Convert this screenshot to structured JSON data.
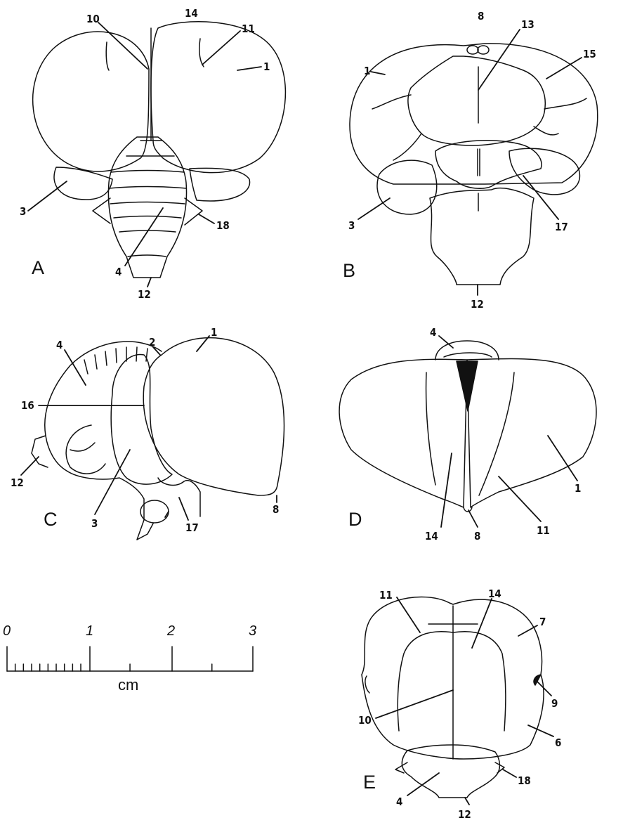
{
  "panels": {
    "A": {
      "letter": "A",
      "labels": {
        "l10": "10",
        "l14": "14",
        "l11": "11",
        "l1": "1",
        "l3": "3",
        "l4": "4",
        "l18": "18",
        "l12": "12"
      }
    },
    "B": {
      "letter": "B",
      "labels": {
        "l8": "8",
        "l13": "13",
        "l1": "1",
        "l15": "15",
        "l3": "3",
        "l17": "17",
        "l12": "12"
      }
    },
    "C": {
      "letter": "C",
      "labels": {
        "l4": "4",
        "l2": "2",
        "l1": "1",
        "l16": "16",
        "l12": "12",
        "l3": "3",
        "l17": "17",
        "l8": "8"
      }
    },
    "D": {
      "letter": "D",
      "labels": {
        "l4": "4",
        "l1": "1",
        "l14": "14",
        "l11": "11",
        "l8": "8"
      }
    },
    "E": {
      "letter": "E",
      "labels": {
        "l11": "11",
        "l14": "14",
        "l7": "7",
        "l9": "9",
        "l10": "10",
        "l6": "6",
        "l4": "4",
        "l18": "18",
        "l12": "12"
      }
    }
  },
  "scale_bar": {
    "ticks": [
      "0",
      "1",
      "2",
      "3"
    ],
    "unit": "cm"
  }
}
